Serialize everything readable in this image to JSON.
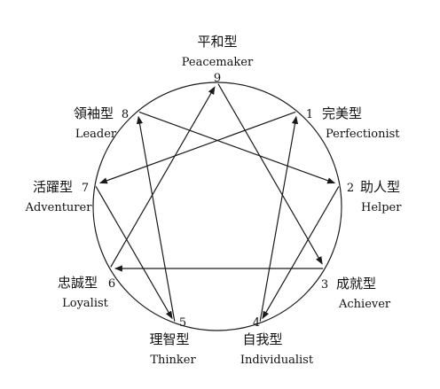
{
  "diagram": {
    "nodes": [
      {
        "id": "9",
        "number": "9",
        "name_cn": "平和型",
        "name_en": "Peacemaker"
      },
      {
        "id": "1",
        "number": "1",
        "name_cn": "完美型",
        "name_en": "Perfectionist"
      },
      {
        "id": "2",
        "number": "2",
        "name_cn": "助人型",
        "name_en": "Helper"
      },
      {
        "id": "3",
        "number": "3",
        "name_cn": "成就型",
        "name_en": "Achiever"
      },
      {
        "id": "4",
        "number": "4",
        "name_cn": "自我型",
        "name_en": "Individualist"
      },
      {
        "id": "5",
        "number": "5",
        "name_cn": "理智型",
        "name_en": "Thinker"
      },
      {
        "id": "6",
        "number": "6",
        "name_cn": "忠誠型",
        "name_en": "Loyalist"
      },
      {
        "id": "7",
        "number": "7",
        "name_cn": "活躍型",
        "name_en": "Adventurer"
      },
      {
        "id": "8",
        "number": "8",
        "name_cn": "領袖型",
        "name_en": "Leader"
      }
    ],
    "arrows": [
      {
        "from": "1",
        "to": "7"
      },
      {
        "from": "7",
        "to": "5"
      },
      {
        "from": "5",
        "to": "8"
      },
      {
        "from": "8",
        "to": "2"
      },
      {
        "from": "2",
        "to": "4"
      },
      {
        "from": "4",
        "to": "1"
      },
      {
        "from": "9",
        "to": "3"
      },
      {
        "from": "3",
        "to": "6"
      },
      {
        "from": "6",
        "to": "9"
      }
    ],
    "colors": {
      "stroke": "#1a1a1a",
      "text": "#111111",
      "background": "#ffffff"
    }
  }
}
